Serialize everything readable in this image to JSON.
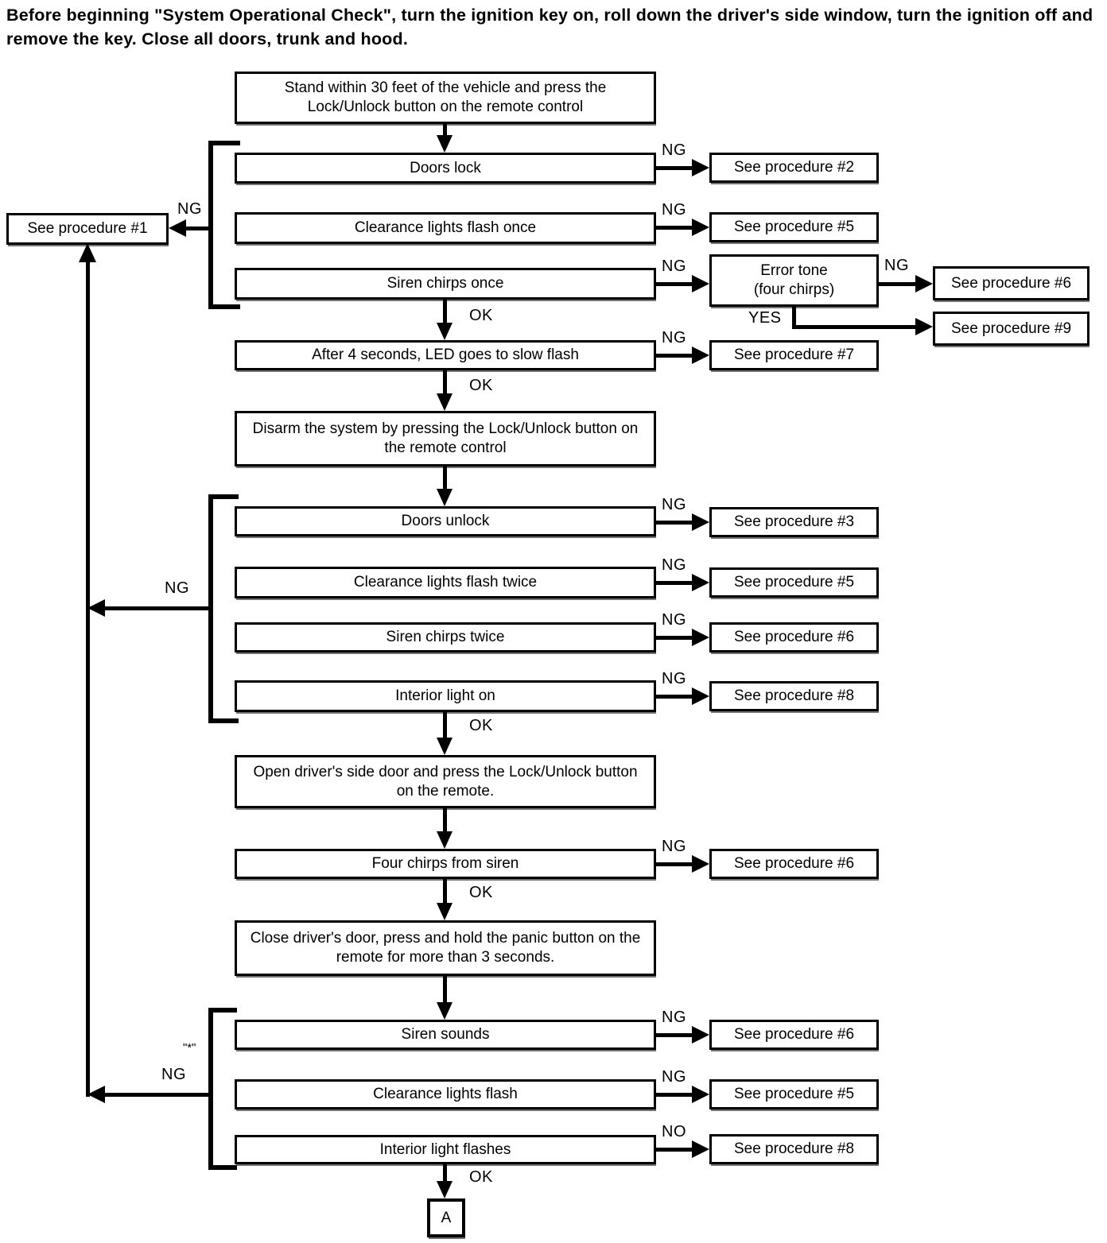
{
  "header": {
    "text": "Before beginning \"System Operational Check\", turn the ignition key on, roll down the driver's side window, turn the ignition off and remove the key. Close all doors, trunk and hood."
  },
  "nodes": {
    "start": "Stand within 30 feet of the vehicle and press the Lock/Unlock button on the remote control",
    "doors_lock": "Doors lock",
    "clearance_once": "Clearance lights flash once",
    "siren_once": "Siren chirps once",
    "error_tone": "Error tone\n(four chirps)",
    "led_flash": "After 4 seconds, LED goes to slow flash",
    "disarm": "Disarm the system by pressing the Lock/Unlock button on the remote control",
    "doors_unlock": "Doors unlock",
    "clearance_twice": "Clearance lights flash twice",
    "siren_twice": "Siren chirps twice",
    "interior_on": "Interior light on",
    "open_door": "Open driver's side door and press the Lock/Unlock button on the remote.",
    "four_chirps": "Four chirps from siren",
    "close_door": "Close driver's door, press and hold the panic button on the remote for more than 3 seconds.",
    "siren_sounds": "Siren sounds",
    "clearance_flash": "Clearance lights flash",
    "interior_flashes": "Interior light flashes",
    "terminal": "A"
  },
  "procedures": {
    "p1": "See procedure #1",
    "p2": "See procedure #2",
    "p3": "See procedure #3",
    "p5": "See procedure #5",
    "p6": "See procedure #6",
    "p7": "See procedure #7",
    "p8": "See procedure #8",
    "p9": "See procedure #9"
  },
  "edge_labels": {
    "ng": "NG",
    "ok": "OK",
    "yes": "YES",
    "no": "NO",
    "footnote": "\"*\""
  }
}
